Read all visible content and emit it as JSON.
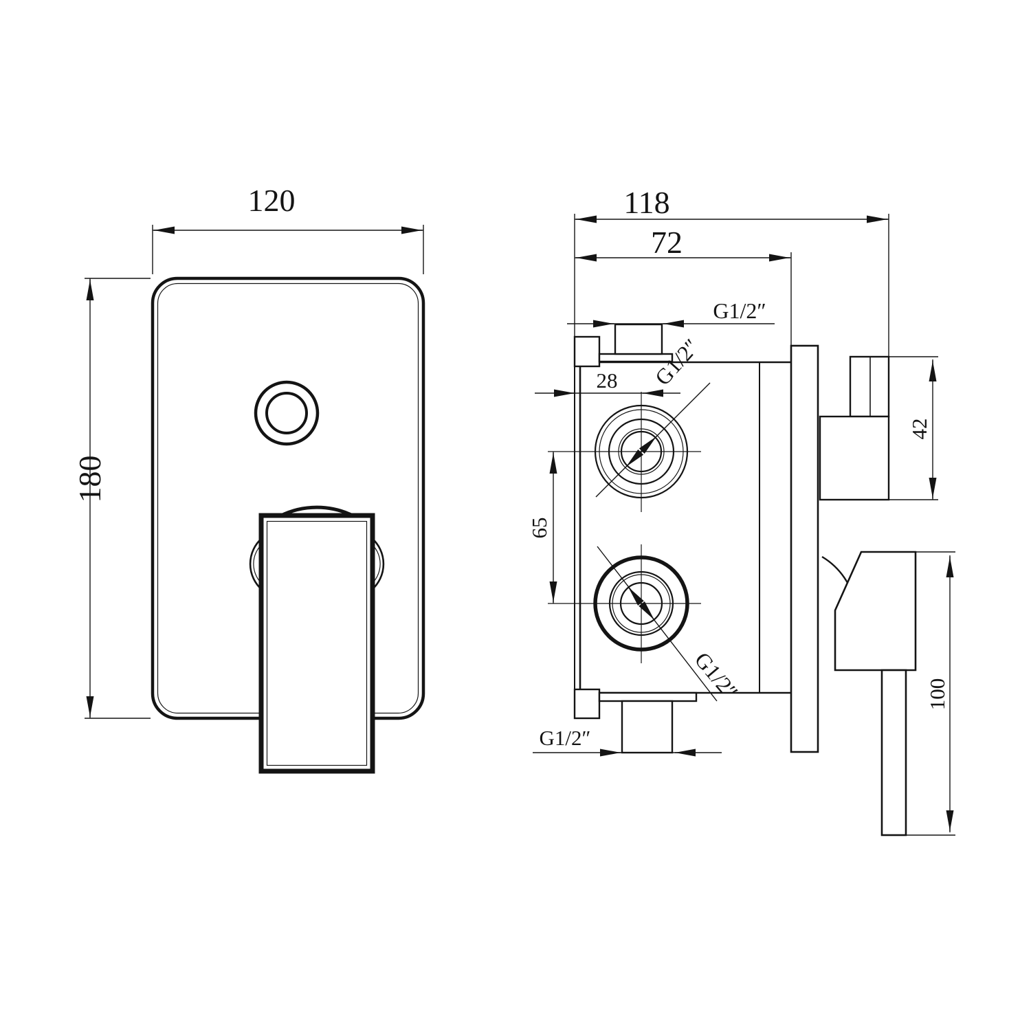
{
  "drawing": {
    "title": "shower-mixer-valve-dimension-drawing",
    "front_view": {
      "width": "120",
      "height": "180"
    },
    "side_view": {
      "total_depth": "118",
      "rough_in_depth": "72",
      "top_inlet_offset": "28",
      "port_spacing": "65",
      "back_outlet_size": "42",
      "handle_length": "100",
      "thread_top_inlet": "G1/2″",
      "thread_upper_port": "G1/2″",
      "thread_lower_port": "G1/2″",
      "thread_bottom_outlet": "G1/2″"
    },
    "line_color": "#141414",
    "background_color": "#ffffff"
  }
}
